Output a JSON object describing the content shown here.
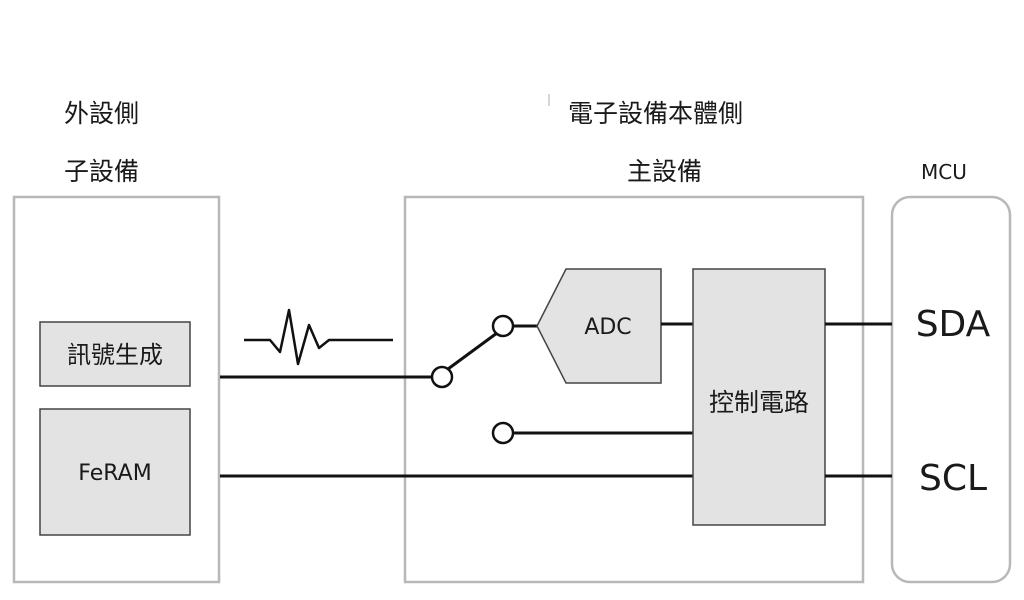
{
  "headers": {
    "external_side": "外設側",
    "sub_device": "子設備",
    "body_side": "電子設備本體側",
    "main_device": "主設備",
    "mcu": "MCU"
  },
  "blocks": {
    "signal_gen": "訊號生成",
    "feram": "FeRAM",
    "adc": "ADC",
    "control_circuit": "控制電路"
  },
  "pins": {
    "sda": "SDA",
    "scl": "SCL"
  },
  "colors": {
    "line": "#111111",
    "frame": "#b8b8b8",
    "block_fill": "#e3e3e3",
    "block_stroke": "#444444"
  }
}
